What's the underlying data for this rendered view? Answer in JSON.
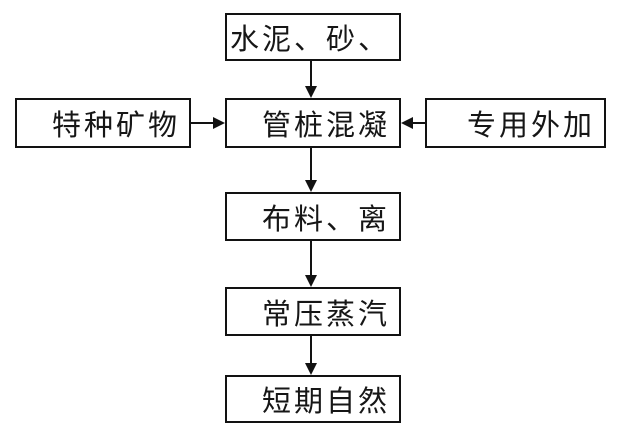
{
  "diagram": {
    "type": "flowchart",
    "background_color": "#ffffff",
    "line_color": "#121212",
    "nodes": [
      {
        "id": "cement-sand",
        "label": "水泥、砂、"
      },
      {
        "id": "special-minerals",
        "label": "特种矿物"
      },
      {
        "id": "pipe-pile-concrete",
        "label": "管桩混凝"
      },
      {
        "id": "special-admixture",
        "label": "专用外加"
      },
      {
        "id": "distribution",
        "label": "布料、离"
      },
      {
        "id": "steam-curing",
        "label": "常压蒸汽"
      },
      {
        "id": "natural-curing",
        "label": "短期自然"
      }
    ],
    "edges": [
      {
        "from": "cement-sand",
        "to": "pipe-pile-concrete",
        "direction": "down"
      },
      {
        "from": "special-minerals",
        "to": "pipe-pile-concrete",
        "direction": "right"
      },
      {
        "from": "special-admixture",
        "to": "pipe-pile-concrete",
        "direction": "left"
      },
      {
        "from": "pipe-pile-concrete",
        "to": "distribution",
        "direction": "down"
      },
      {
        "from": "distribution",
        "to": "steam-curing",
        "direction": "down"
      },
      {
        "from": "steam-curing",
        "to": "natural-curing",
        "direction": "down"
      }
    ]
  }
}
